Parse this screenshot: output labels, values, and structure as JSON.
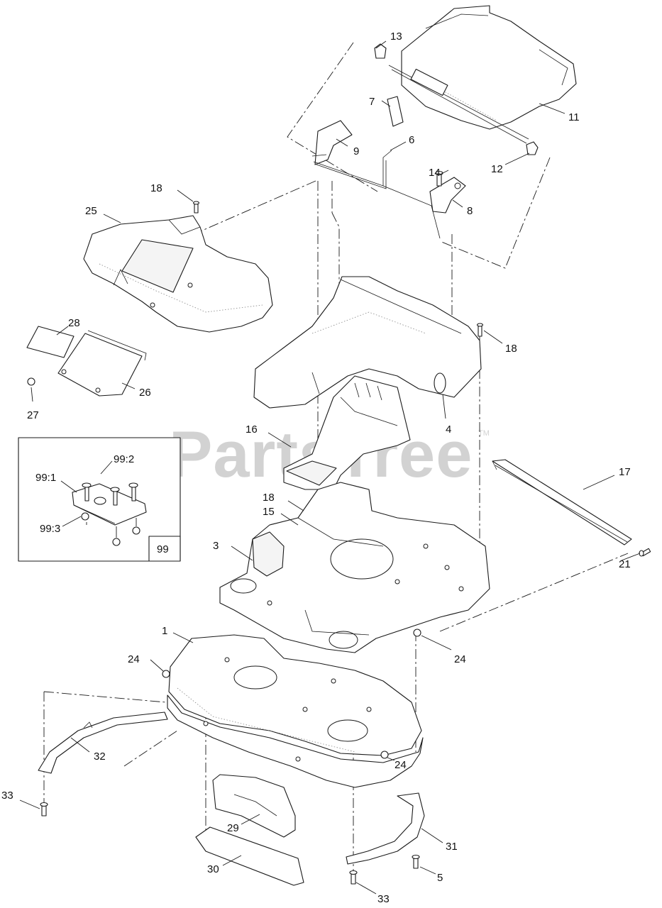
{
  "watermark": {
    "text": "PartsTree",
    "mark": "TM"
  },
  "callouts": {
    "c1": "1",
    "c3": "3",
    "c4": "4",
    "c5": "5",
    "c6": "6",
    "c7": "7",
    "c8": "8",
    "c9": "9",
    "c11": "11",
    "c12": "12",
    "c13": "13",
    "c14": "14",
    "c15": "15",
    "c16": "16",
    "c17": "17",
    "c18a": "18",
    "c18b": "18",
    "c18c": "18",
    "c21": "21",
    "c24a": "24",
    "c24b": "24",
    "c24c": "24",
    "c25": "25",
    "c26": "26",
    "c27": "27",
    "c28": "28",
    "c29": "29",
    "c30": "30",
    "c31": "31",
    "c32": "32",
    "c33a": "33",
    "c33b": "33"
  },
  "kit_box": {
    "number": "99",
    "items": {
      "k1": "99:1",
      "k2": "99:2",
      "k3": "99:3"
    }
  }
}
